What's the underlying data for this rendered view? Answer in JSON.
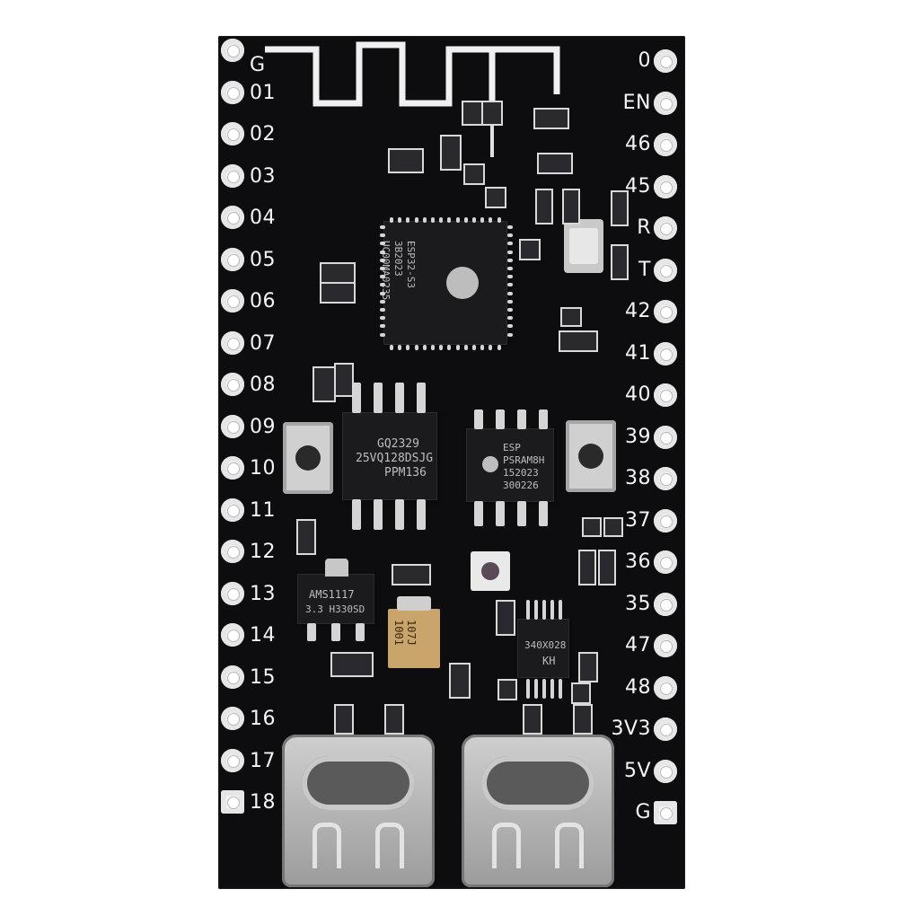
{
  "board": {
    "left_pins": [
      "G",
      "01",
      "02",
      "03",
      "04",
      "05",
      "06",
      "07",
      "08",
      "09",
      "10",
      "11",
      "12",
      "13",
      "14",
      "15",
      "16",
      "17",
      "18"
    ],
    "right_pins": [
      "0",
      "EN",
      "46",
      "45",
      "R",
      "T",
      "42",
      "41",
      "40",
      "39",
      "38",
      "37",
      "36",
      "35",
      "47",
      "48",
      "3V3",
      "5V",
      "G"
    ]
  },
  "chips": {
    "mcu_line1": "ESP32-S3",
    "mcu_line2": "3B2023",
    "mcu_line3": "UC00MA0235",
    "flash_line1": "GQ2329",
    "flash_line2": "25VQ128DSJG",
    "flash_line3": "PPM136",
    "psram_line1": "ESP",
    "psram_line2": "PSRAM8H",
    "psram_line3": "152023",
    "psram_line4": "300226",
    "ldo_line1": "AMS1117",
    "ldo_line2": "3.3 H330SD",
    "tant_line1": "107J",
    "tant_line2": "1001",
    "usb_line1": "340X028",
    "usb_line2": "KH"
  },
  "colors": {
    "pcb": "#0d0d0f",
    "silk": "#f5f5f5",
    "tantalum": "#c9a46b"
  }
}
